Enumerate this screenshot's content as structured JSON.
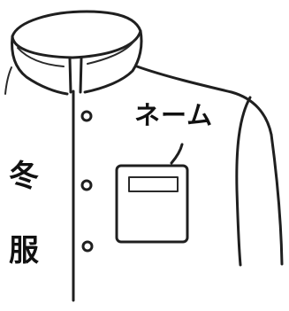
{
  "labels": {
    "name_tag_text": "ネーム",
    "vertical_title_top": "冬",
    "vertical_title_bottom": "服"
  }
}
